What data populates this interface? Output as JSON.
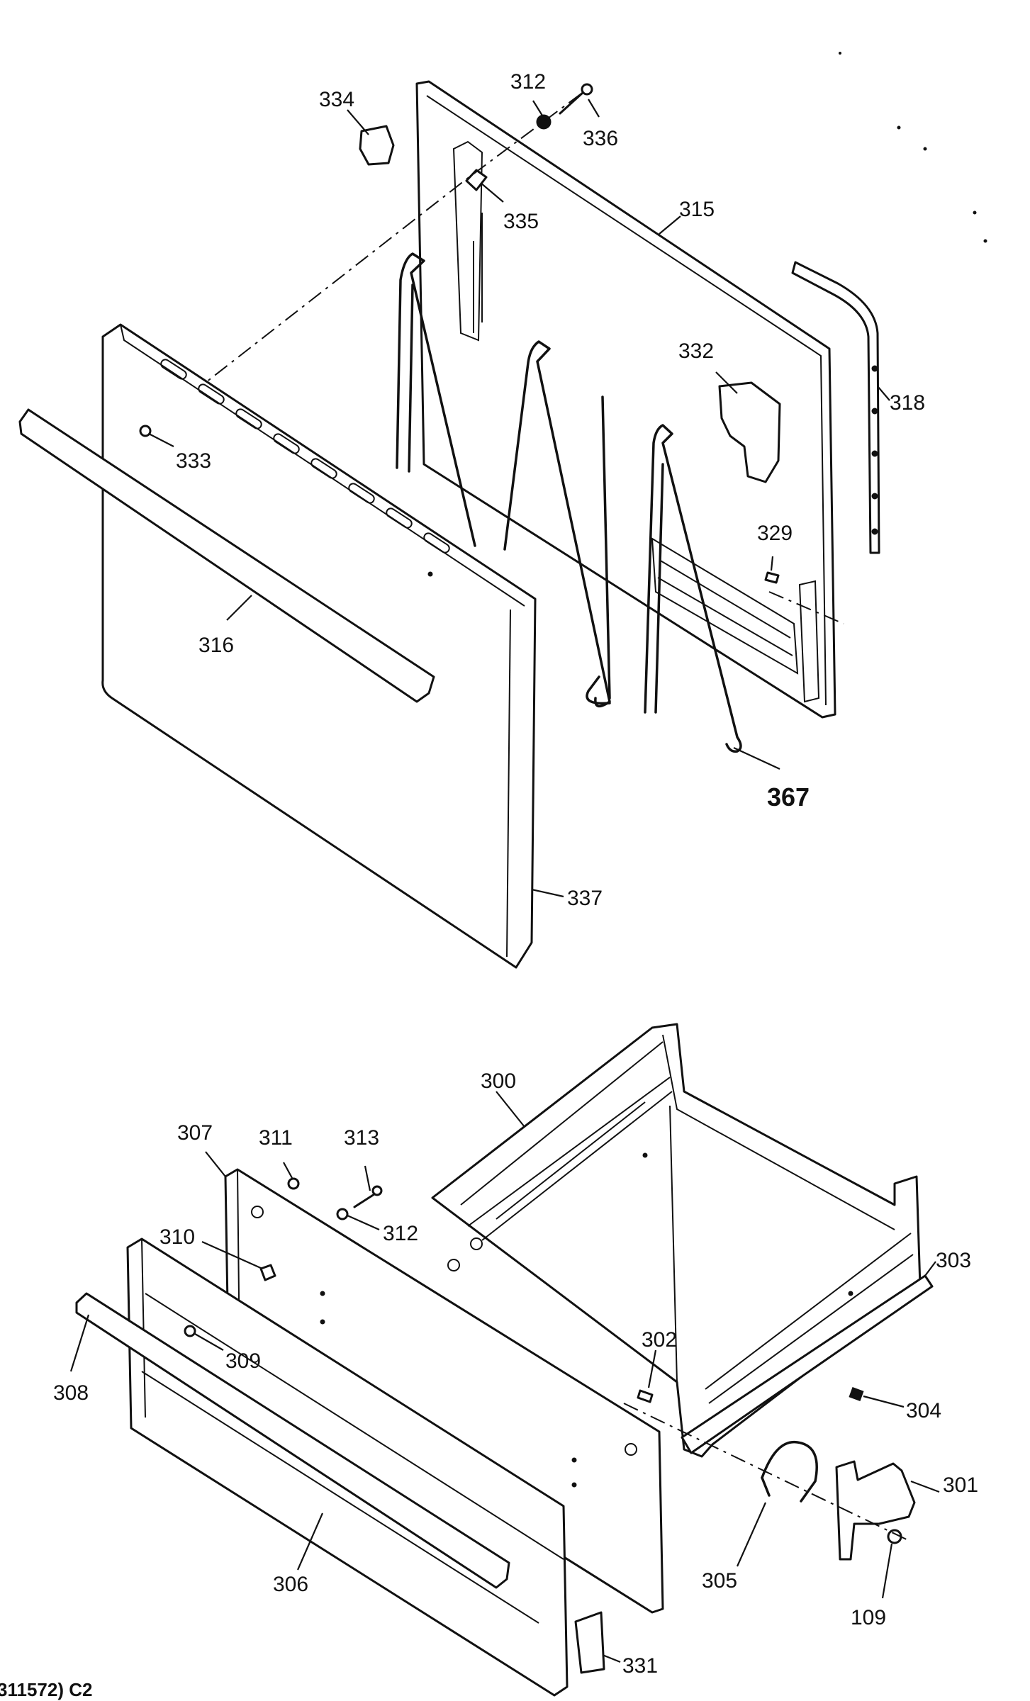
{
  "diagram": {
    "callouts": {
      "c334": "334",
      "c312a": "312",
      "c336": "336",
      "c335": "335",
      "c315": "315",
      "c318": "318",
      "c332": "332",
      "c333": "333",
      "c329": "329",
      "c316": "316",
      "c367": "367",
      "c337": "337",
      "c300": "300",
      "c307": "307",
      "c311": "311",
      "c313": "313",
      "c312b": "312",
      "c310": "310",
      "c303": "303",
      "c302": "302",
      "c309": "309",
      "c308": "308",
      "c304": "304",
      "c301": "301",
      "c305": "305",
      "c306": "306",
      "c109": "109",
      "c331": "331"
    },
    "footer_code": "311572) C2"
  }
}
